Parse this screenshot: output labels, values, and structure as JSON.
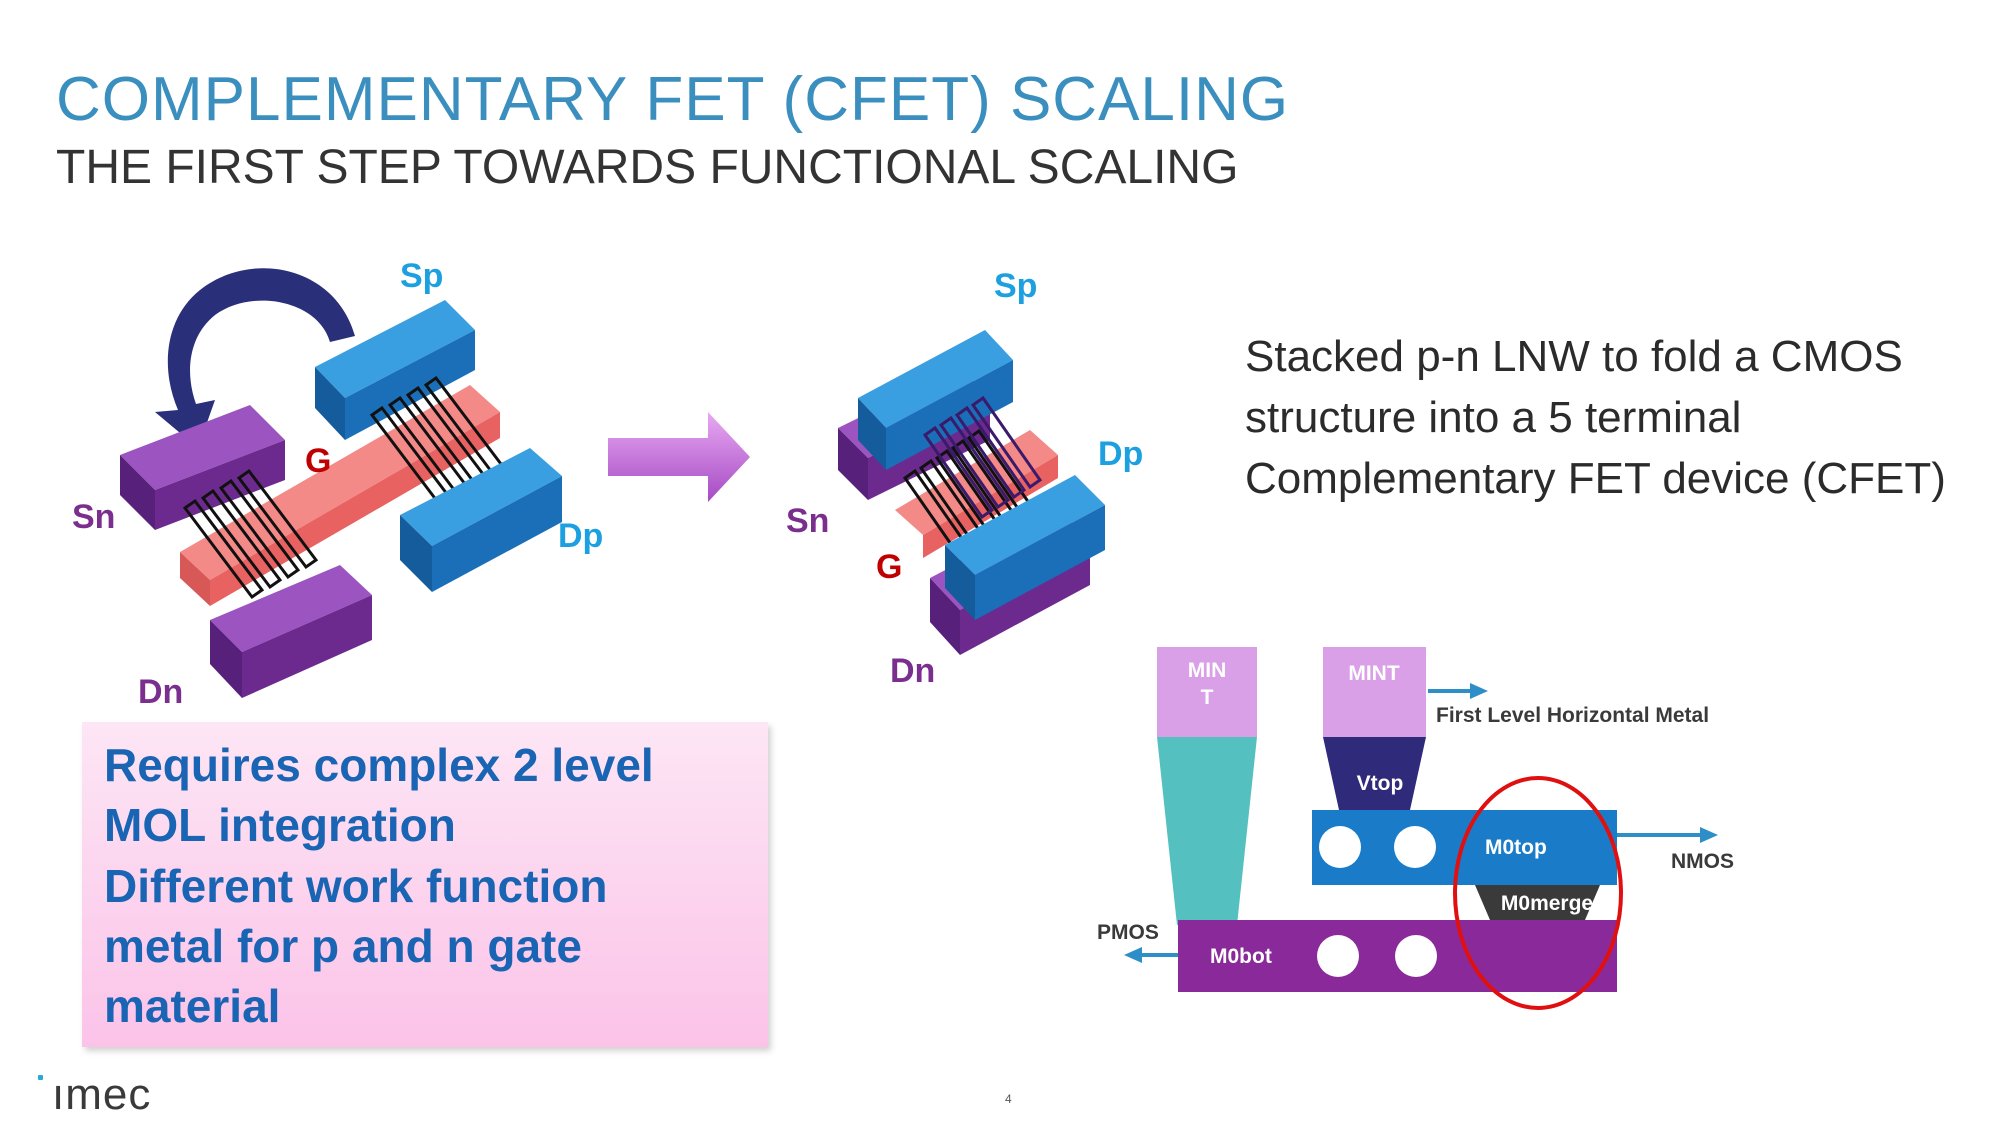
{
  "slide": {
    "title": "COMPLEMENTARY FET (CFET) SCALING",
    "subtitle": "THE FIRST STEP TOWARDS FUNCTIONAL SCALING",
    "page_number": "4",
    "logo_text": "ımec"
  },
  "description": {
    "lines": [
      "Stacked p-n LNW to fold a CMOS",
      "structure into a 5 terminal",
      "Complementary FET device (CFET)"
    ]
  },
  "requirements": {
    "lines": [
      "Requires complex 2 level",
      "MOL integration",
      "Different work function",
      "metal for p and n gate",
      "material"
    ]
  },
  "left_device": {
    "sp": "Sp",
    "dp": "Dp",
    "sn": "Sn",
    "dn": "Dn",
    "g": "G"
  },
  "right_device": {
    "sp": "Sp",
    "dp": "Dp",
    "sn": "Sn",
    "dn": "Dn",
    "g": "G"
  },
  "mol_diagram": {
    "mint_left_line1": "MIN",
    "mint_left_line2": "T",
    "mint_right": "MINT",
    "first_level_metal": "First Level Horizontal Metal",
    "vtop": "Vtop",
    "m0top": "M0top",
    "m0merge": "M0merge",
    "m0bot": "M0bot",
    "nmos": "NMOS",
    "pmos": "PMOS"
  },
  "colors": {
    "title": "#3a8fbf",
    "pmos_blue": "#1a7cc8",
    "nmos_purple": "#7a2f9a",
    "gate_red": "#f47a7a",
    "mint_pink": "#d9a0e8",
    "via_teal": "#55c0c0",
    "vtop_navy": "#2f2a7a",
    "highlight_ellipse": "#e01010",
    "requirements_text": "#1a64b4"
  }
}
